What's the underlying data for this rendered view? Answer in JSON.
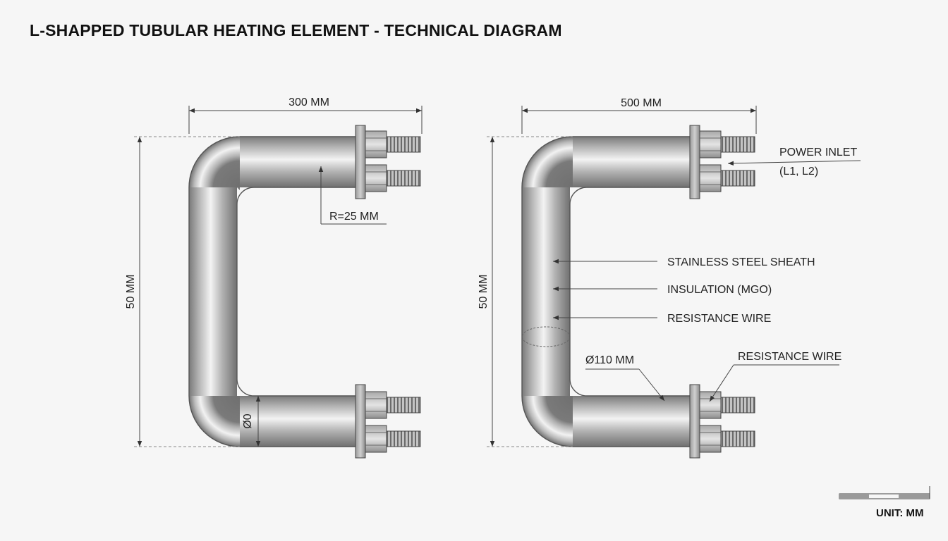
{
  "title": "L-SHAPPED TUBULAR HEATING ELEMENT - TECHNICAL DIAGRAM",
  "left_view": {
    "width_label": "300 MM",
    "height_label": "50 MM",
    "radius_label": "R=25 MM",
    "diameter_label": "Ø0"
  },
  "right_view": {
    "width_label": "500 MM",
    "height_label": "50 MM",
    "power_inlet_line1": "POWER INLET",
    "power_inlet_line2": "(L1, L2)",
    "sheath_label": "STAINLESS STEEL SHEATH",
    "insulation_label": "INSULATION (MGO)",
    "wire_label": "RESISTANCE WIRE",
    "diameter_label": "Ø110 MM",
    "terminal_wire_label": "RESISTANCE WIRE"
  },
  "unit_label": "UNIT: MM",
  "colors": {
    "background": "#f6f6f6",
    "metal_light": "#f2f2f2",
    "metal_mid": "#b9b9b9",
    "metal_dark": "#6f6f6f",
    "line": "#444444"
  }
}
